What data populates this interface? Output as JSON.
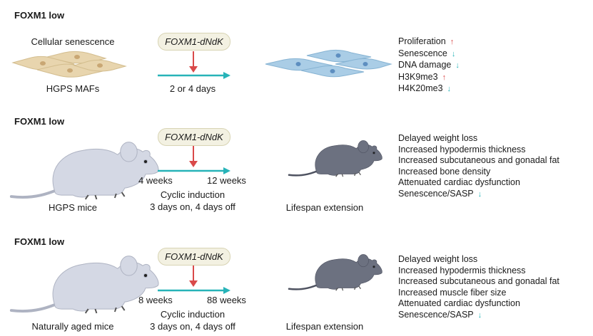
{
  "panels": [
    {
      "heading": "FOXM1 low",
      "left_top_label": "Cellular senescence",
      "left_bottom_label": "HGPS MAFs",
      "treatment": "FOXM1-dNdK",
      "duration": "2 or 4 days",
      "outcomes": [
        {
          "text": "Proliferation",
          "arrow": "up"
        },
        {
          "text": "Senescence",
          "arrow": "down"
        },
        {
          "text": "DNA damage",
          "arrow": "down"
        },
        {
          "text": "H3K9me3",
          "arrow": "up"
        },
        {
          "text": "H4K20me3",
          "arrow": "down"
        }
      ]
    },
    {
      "heading": "FOXM1 low",
      "left_bottom_label": "HGPS mice",
      "treatment": "FOXM1-dNdK",
      "start": "4 weeks",
      "end": "12 weeks",
      "regimen_1": "Cyclic induction",
      "regimen_2": "3 days on, 4 days off",
      "result": "Lifespan extension",
      "outcomes": [
        {
          "text": "Delayed weight loss",
          "arrow": null
        },
        {
          "text": "Increased hypodermis thickness",
          "arrow": null
        },
        {
          "text": "Increased subcutaneous and gonadal fat",
          "arrow": null
        },
        {
          "text": "Increased bone density",
          "arrow": null
        },
        {
          "text": "Attenuated cardiac dysfunction",
          "arrow": null
        },
        {
          "text": "Senescence/SASP",
          "arrow": "down"
        }
      ]
    },
    {
      "heading": "FOXM1 low",
      "left_bottom_label": "Naturally aged mice",
      "treatment": "FOXM1-dNdK",
      "start": "8 weeks",
      "end": "88 weeks",
      "regimen_1": "Cyclic induction",
      "regimen_2": "3 days on, 4 days off",
      "result": "Lifespan extension",
      "outcomes": [
        {
          "text": "Delayed weight loss",
          "arrow": null
        },
        {
          "text": "Increased hypodermis thickness",
          "arrow": null
        },
        {
          "text": "Increased subcutaneous and gonadal fat",
          "arrow": null
        },
        {
          "text": "Increased muscle fiber size",
          "arrow": null
        },
        {
          "text": "Attenuated cardiac dysfunction",
          "arrow": null
        },
        {
          "text": "Senescence/SASP",
          "arrow": "down"
        }
      ]
    }
  ],
  "icons": {
    "up": "arrow-up-icon",
    "down": "arrow-down-icon"
  },
  "colors": {
    "arrow_teal": "#27b3b8",
    "arrow_red": "#d94a4a",
    "cell_senescent": "#e8d5ae",
    "cell_young": "#aacde6",
    "mouse_young": "#d4d8e4",
    "mouse_old": "#6c7180"
  }
}
